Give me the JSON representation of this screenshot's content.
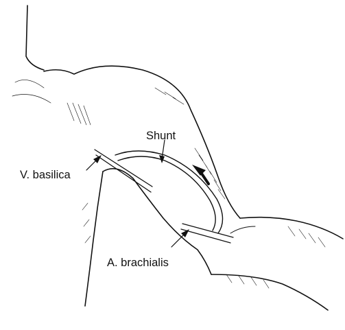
{
  "labels": {
    "shunt": "Shunt",
    "vein": "V. basilica",
    "artery": "A. brachialis"
  },
  "colors": {
    "ink": "#111111",
    "background": "#ffffff"
  }
}
